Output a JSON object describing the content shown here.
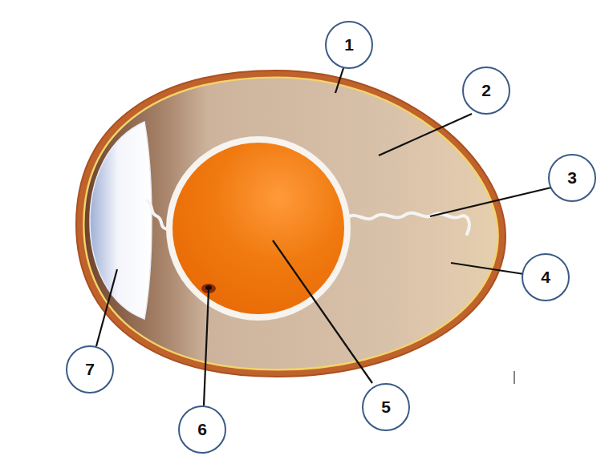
{
  "diagram": {
    "nodes": [
      {
        "text": [
          "1"
        ]
      },
      {
        "text": [
          "2"
        ]
      },
      {
        "text": [
          "3"
        ]
      },
      {
        "text": [
          "4"
        ]
      },
      {
        "text": [
          "7"
        ]
      },
      {
        "text": [
          "5"
        ]
      },
      {
        "text": [
          "6"
        ]
      }
    ]
  }
}
